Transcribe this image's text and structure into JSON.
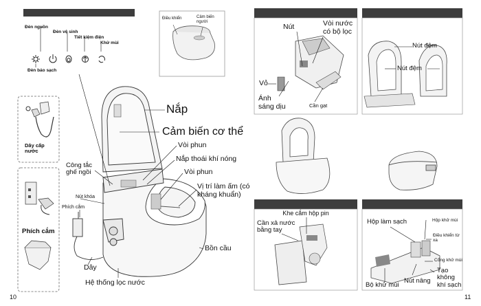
{
  "page_numbers": {
    "left": "10",
    "right": "11"
  },
  "indicators": {
    "power": "Đèn nguồn",
    "hygiene": "Đèn vệ sinh",
    "energy": "Tiết kiệm điện",
    "deodor": "Khử mùi",
    "clean": "Đèn báo sạch"
  },
  "remote_inset": {
    "remote": "Điều khiển",
    "sensor": "Cảm biến người"
  },
  "left_side": {
    "water_supply": "Dây cấp nước",
    "plug": "Phích cắm"
  },
  "main_labels": {
    "lid": "Nắp",
    "body_sensor": "Cảm biến cơ thể",
    "nozzle": "Vòi phun",
    "hot_air": "Nắp thoái khí nóng",
    "nozzle2": "Vòi phun",
    "warm_seat": "Vị trí làm ấm (có kháng khuẩn)",
    "seat_switch": "Công tắc ghế ngồi",
    "lock_button": "Nút khóa",
    "plug_small": "Phích cắm",
    "bowl": "Bồn cầu",
    "cord": "Dây",
    "filter": "Hệ thống lọc nước"
  },
  "panel_filter": {
    "button": "Nút",
    "valve": "Vòi nước có bộ lọc",
    "cover": "Vỏ",
    "light": "Ánh sáng dịu",
    "lever": "Cần gạt"
  },
  "panel_pads": {
    "pad1": "Nút đệm",
    "pad2": "Nút đệm"
  },
  "panel_battery": {
    "title": "Khe cắm hộp pin",
    "drain": "Cần xả nước bằng tay"
  },
  "panel_deodor": {
    "clean_box": "Hộp làm sạch",
    "deodor_box": "Hộp khử mùi",
    "remote": "Điều khiển từ xa",
    "deodor_port": "Cổng khử mùi",
    "lift_btn": "Nút nâng",
    "anti_scent": "Tạo không khí sạch",
    "deodor_unit": "Bộ khử mùi"
  }
}
